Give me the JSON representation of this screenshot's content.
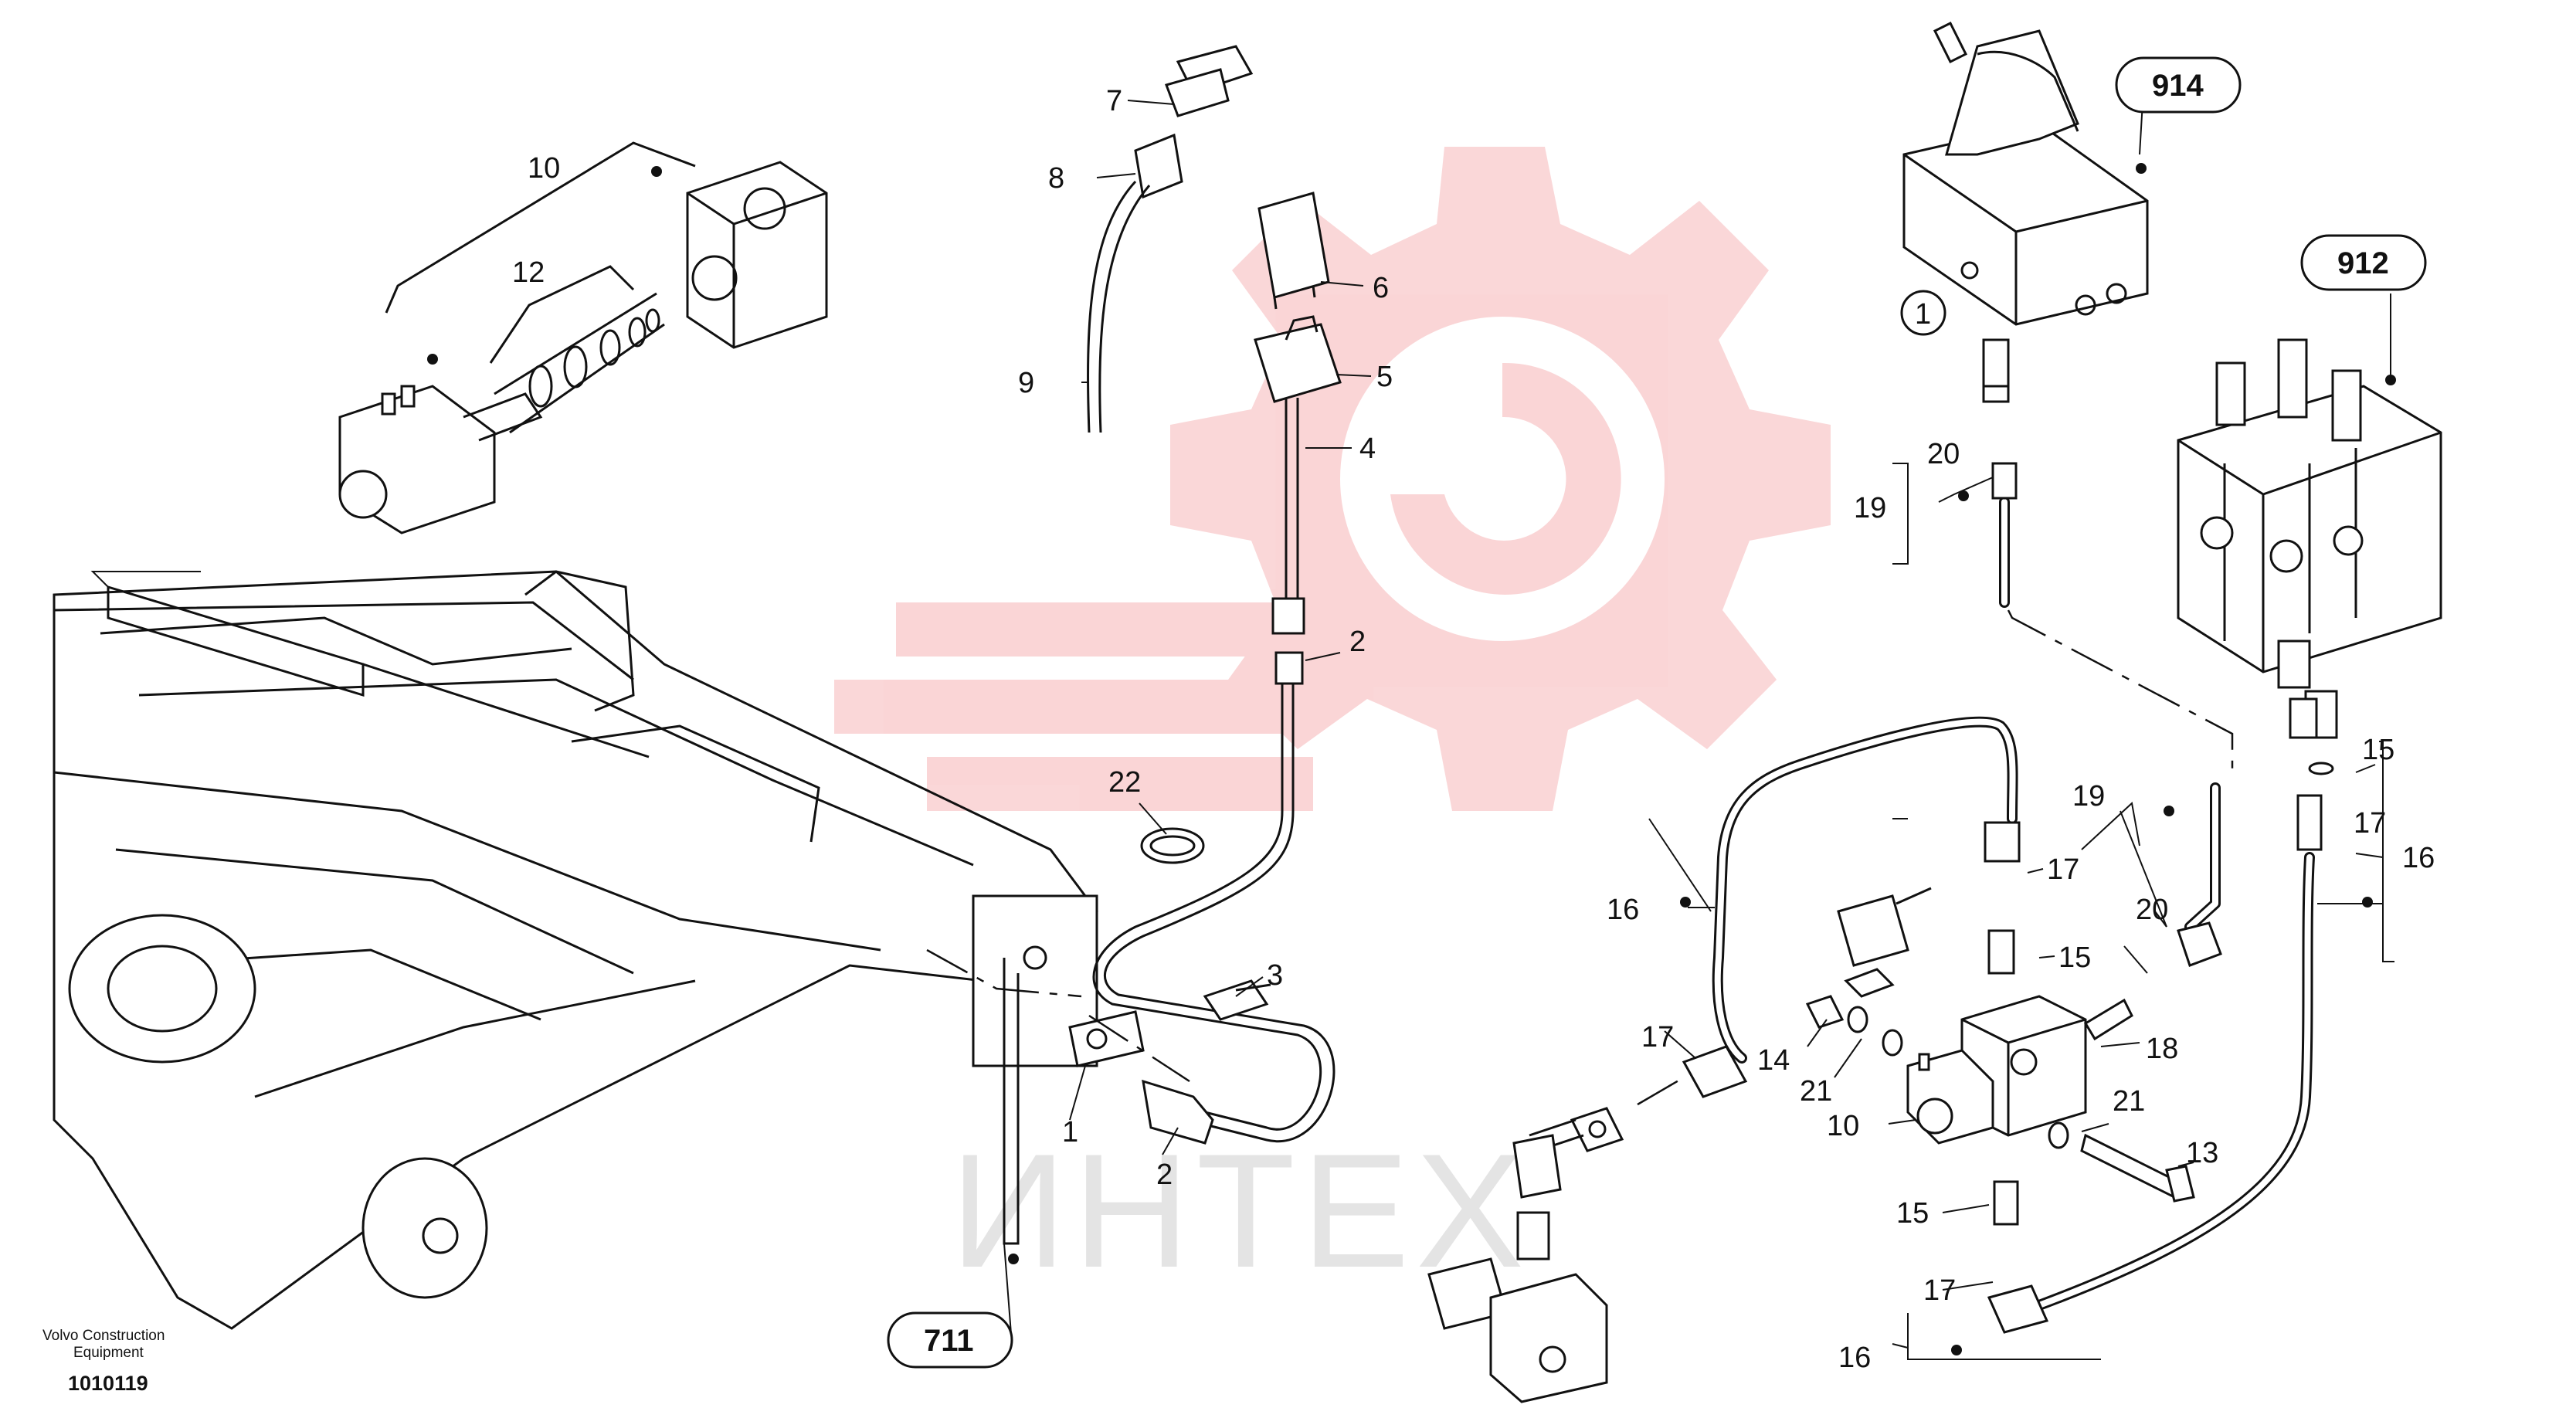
{
  "watermark": {
    "text": "ИНТЕХ",
    "color": "#e8353a"
  },
  "callouts": [
    {
      "id": "c-10a",
      "text": "10"
    },
    {
      "id": "c-12",
      "text": "12"
    },
    {
      "id": "c-7",
      "text": "7"
    },
    {
      "id": "c-8",
      "text": "8"
    },
    {
      "id": "c-6",
      "text": "6"
    },
    {
      "id": "c-5",
      "text": "5"
    },
    {
      "id": "c-9",
      "text": "9"
    },
    {
      "id": "c-4",
      "text": "4"
    },
    {
      "id": "c-2a",
      "text": "2"
    },
    {
      "id": "c-22",
      "text": "22"
    },
    {
      "id": "c-3",
      "text": "3"
    },
    {
      "id": "c-1",
      "text": "1"
    },
    {
      "id": "c-2b",
      "text": "2"
    },
    {
      "id": "c-20a",
      "text": "20"
    },
    {
      "id": "c-19a",
      "text": "19"
    },
    {
      "id": "c-15a",
      "text": "15"
    },
    {
      "id": "c-17a",
      "text": "17"
    },
    {
      "id": "c-16a",
      "text": "16"
    },
    {
      "id": "c-19b",
      "text": "19"
    },
    {
      "id": "c-20b",
      "text": "20"
    },
    {
      "id": "c-17b",
      "text": "17"
    },
    {
      "id": "c-15b",
      "text": "15"
    },
    {
      "id": "c-16b",
      "text": "16"
    },
    {
      "id": "c-17c",
      "text": "17"
    },
    {
      "id": "c-14",
      "text": "14"
    },
    {
      "id": "c-21a",
      "text": "21"
    },
    {
      "id": "c-18",
      "text": "18"
    },
    {
      "id": "c-10b",
      "text": "10"
    },
    {
      "id": "c-21b",
      "text": "21"
    },
    {
      "id": "c-13",
      "text": "13"
    },
    {
      "id": "c-15c",
      "text": "15"
    },
    {
      "id": "c-17d",
      "text": "17"
    },
    {
      "id": "c-16c",
      "text": "16"
    }
  ],
  "references": [
    {
      "id": "r-914",
      "text": "914"
    },
    {
      "id": "r-912",
      "text": "912"
    },
    {
      "id": "r-711",
      "text": "711"
    }
  ],
  "circle_note": "1",
  "footer": {
    "brand_line1": "Volvo Construction",
    "brand_line2": "Equipment",
    "drawing_number": "1010119"
  }
}
